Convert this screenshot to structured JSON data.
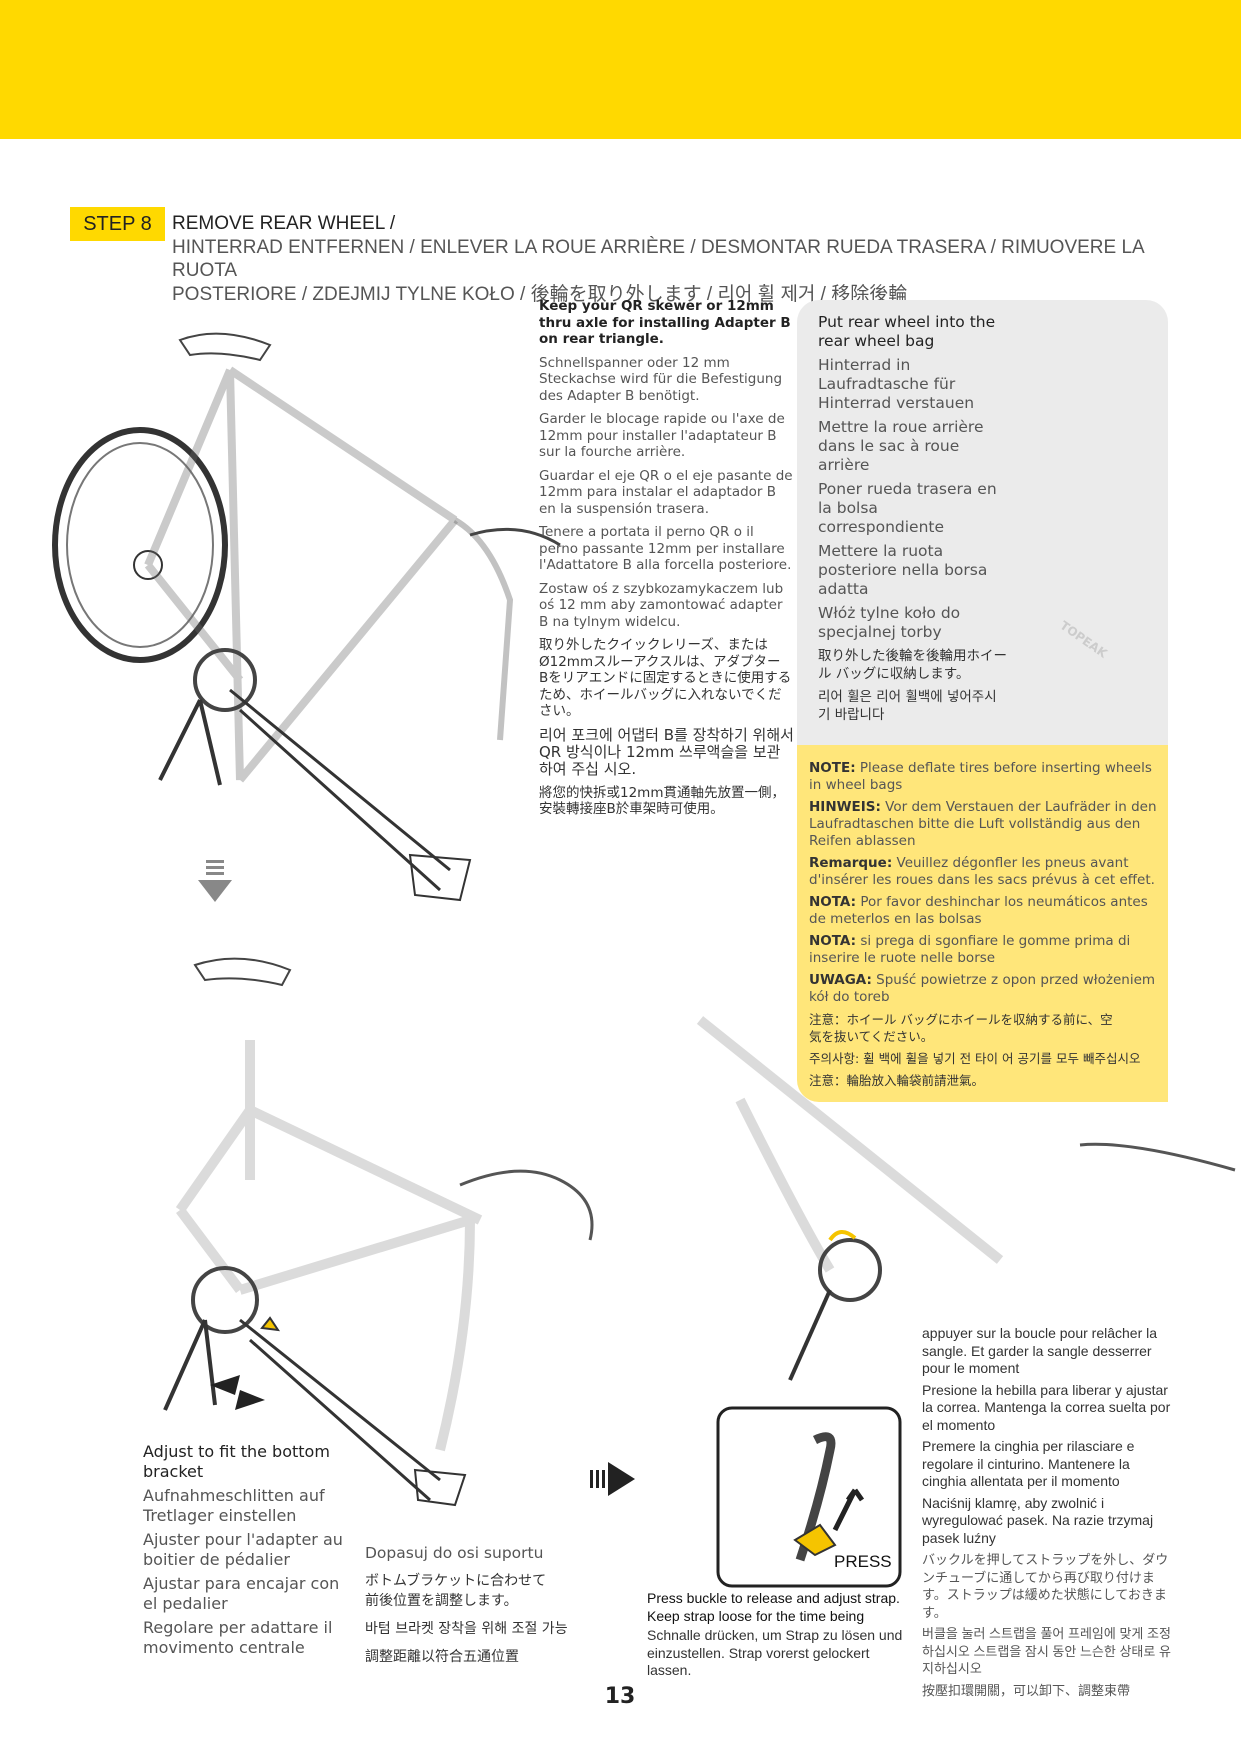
{
  "step": {
    "badge": "STEP 8",
    "title_line1": "REMOVE REAR WHEEL /",
    "title_line2": "HINTERRAD ENTFERNEN / ENLEVER LA ROUE ARRIÈRE / DESMONTAR RUEDA TRASERA / RIMUOVERE LA RUOTA",
    "title_line3": "POSTERIORE / ZDEJMIJ TYLNE KOŁO / 後輪を取り外します / 리어 휠 제거 / 移除後輪"
  },
  "keep_axle": [
    "Keep your QR skewer or 12mm thru axle for installing Adapter B on rear triangle.",
    "Schnellspanner oder 12 mm Steckachse wird für die Befestigung des Adapter B benötigt.",
    "Garder le blocage rapide ou l'axe de 12mm pour installer l'adaptateur B sur la fourche arrière.",
    "Guardar el eje QR o el eje pasante de 12mm para instalar el adaptador B en la suspensión trasera.",
    "Tenere a portata il perno QR o il perno passante 12mm per installare l'Adattatore B alla forcella posteriore.",
    "Zostaw oś z szybkozamykaczem lub oś 12 mm aby zamontować adapter B na tylnym widelcu.",
    "取り外したクイックレリーズ、またはØ12mmスルーアクスルは、アダプター Bをリアエンドに固定するときに使用するため、ホイールバッグに入れないでください。",
    "리어 포크에 어댑터 B를 장착하기 위해서 QR 방식이나 12mm 쓰루액슬을 보관하여 주십 시오.",
    "將您的快拆或12mm貫通軸先放置一側，安裝轉接座B於車架時可使用。"
  ],
  "wheel_bag": [
    "Put rear wheel into the rear wheel bag",
    "Hinterrad in Laufradtasche für Hinterrad verstauen",
    "Mettre la roue arrière dans le sac à roue arrière",
    "Poner rueda trasera en la bolsa correspondiente",
    "Mettere la ruota posteriore nella borsa adatta",
    "Włóż tylne koło do specjalnej torby",
    "取り外した後輪を後輪用ホイール バッグに収納します。",
    "리어 휠은 리어 휠백에 넣어주시기 바랍니다"
  ],
  "bag_logo": "TOPEAK",
  "note": [
    {
      "label": "NOTE:",
      "text": " Please deflate tires before inserting wheels in wheel bags"
    },
    {
      "label": "HINWEIS:",
      "text": " Vor dem Verstauen der Laufräder in den Laufradtaschen bitte die Luft vollständig aus den Reifen ablassen"
    },
    {
      "label": "Remarque:",
      "text": " Veuillez dégonfler les pneus avant d'insérer les roues dans les sacs prévus à cet effet."
    },
    {
      "label": "NOTA:",
      "text": " Por favor deshinchar los neumáticos antes de meterlos en las bolsas"
    },
    {
      "label": "NOTA:",
      "text": " si prega di sgonfiare le gomme prima di inserire le ruote nelle borse"
    },
    {
      "label": "UWAGA:",
      "text": " Spuść powietrze z opon przed włożeniem kół do toreb"
    }
  ],
  "note_cjk": [
    "注意：ホイール バッグにホイールを収納する前に、空気を抜いてください。",
    "주의사항: 휠 백에 휠을 넣기 전 타이 어 공기를 모두 빼주십시오",
    "注意：輪胎放入輪袋前請泄氣。"
  ],
  "adjust_bb": [
    "Adjust to fit the bottom bracket",
    "Aufnahmeschlitten auf Tretlager einstellen",
    "Ajuster pour l'adapter au boitier de pédalier",
    "Ajustar para encajar con el pedalier",
    "Regolare per adattare il movimento centrale"
  ],
  "adjust_bb_2": [
    "Dopasuj do osi suportu",
    "ボトムブラケットに合わせて前後位置を調整します。",
    "바텀 브라켓 장착을 위해 조절 가능",
    "調整距離以符合五通位置"
  ],
  "press_label": "PRESS",
  "press_caption": [
    "Press buckle to release and adjust strap. Keep strap loose for the time being",
    "Schnalle drücken, um Strap zu lösen und einzustellen. Strap vorerst gelockert lassen."
  ],
  "press_more": [
    "appuyer sur la boucle pour relâcher la sangle. Et garder la sangle  desserrer pour le moment",
    "Presione la hebilla para liberar y ajustar la correa. Mantenga la correa suelta por el momento",
    "Premere la cinghia per rilasciare e regolare il cinturino.  Mantenere la cinghia allentata per il momento",
    "Naciśnij klamrę, aby zwolnić i wyregulować pasek. Na razie trzymaj pasek luźny",
    "バックルを押してストラップを外し、ダウンチューブに通してから再び取り付けます。ストラップは緩めた状態にしておきます。",
    "버클을 눌러 스트랩을 풀어 프레임에 맞게 조정하십시오 스트랩을 잠시 동안 느슨한 상태로 유지하십시오",
    "按壓扣環開關，可以卸下、調整束帶"
  ],
  "page_number": "13",
  "colors": {
    "brand_yellow": "#ffd900",
    "note_yellow": "#ffe67a",
    "panel_gray": "#ebebeb"
  }
}
